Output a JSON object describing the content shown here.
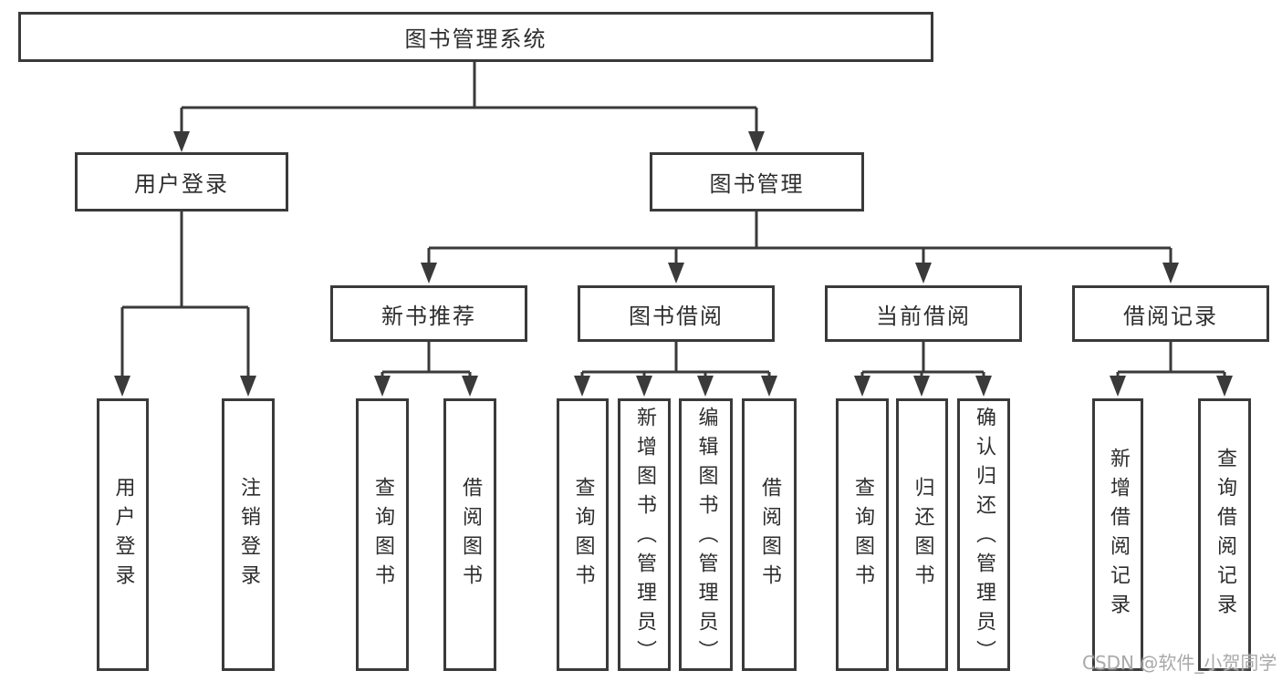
{
  "diagram": {
    "title": "图书管理系统",
    "branches": [
      {
        "label": "用户登录",
        "children": [
          {
            "label": "用户登录"
          },
          {
            "label": "注销登录"
          }
        ]
      },
      {
        "label": "图书管理",
        "children": [
          {
            "label": "新书推荐",
            "children": [
              {
                "label": "查询图书"
              },
              {
                "label": "借阅图书"
              }
            ]
          },
          {
            "label": "图书借阅",
            "children": [
              {
                "label": "查询图书"
              },
              {
                "label": "新增图书（管理员）"
              },
              {
                "label": "编辑图书（管理员）"
              },
              {
                "label": "借阅图书"
              }
            ]
          },
          {
            "label": "当前借阅",
            "children": [
              {
                "label": "查询图书"
              },
              {
                "label": "归还图书"
              },
              {
                "label": "确认归还（管理员）"
              }
            ]
          },
          {
            "label": "借阅记录",
            "children": [
              {
                "label": "新增借阅记录"
              },
              {
                "label": "查询借阅记录"
              }
            ]
          }
        ]
      }
    ]
  },
  "watermark": {
    "text": "CSDN @软件_小贺同学"
  },
  "colors": {
    "line": "#3a3a3a",
    "box_border": "#3a3a3a",
    "text": "#2d2d2d",
    "background": "#ffffff",
    "watermark": "#a9a9a9"
  }
}
